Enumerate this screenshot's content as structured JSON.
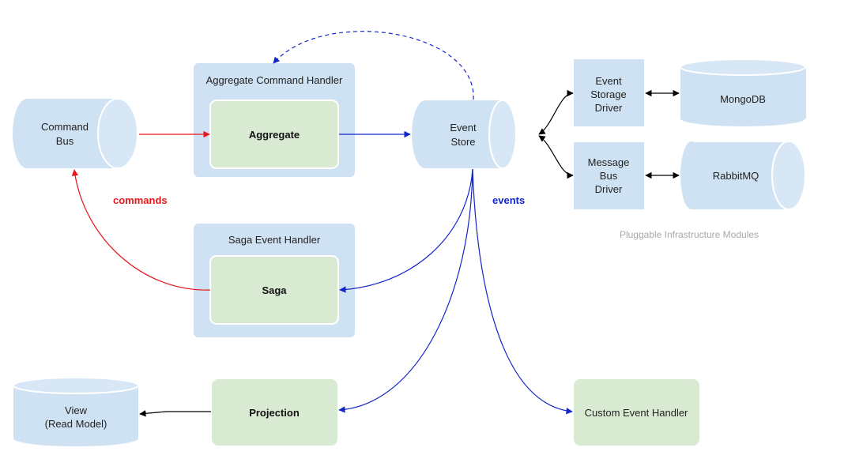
{
  "nodes": {
    "command_bus": [
      "Command",
      "Bus"
    ],
    "aggregate_handler": "Aggregate Command Handler",
    "aggregate": "Aggregate",
    "event_store": [
      "Event",
      "Store"
    ],
    "event_storage_driver": [
      "Event",
      "Storage",
      "Driver"
    ],
    "mongodb": "MongoDB",
    "message_bus_driver": [
      "Message",
      "Bus",
      "Driver"
    ],
    "rabbitmq": "RabbitMQ",
    "pluggable_caption": "Pluggable Infrastructure Modules",
    "saga_handler": "Saga Event Handler",
    "saga": "Saga",
    "view": [
      "View",
      "(Read Model)"
    ],
    "projection": "Projection",
    "custom_event_handler": "Custom Event Handler"
  },
  "labels": {
    "commands": "commands",
    "events": "events"
  },
  "colors": {
    "container_blue": "#cfe2f3",
    "box_green": "#d9ead3",
    "command_red": "#e8161b",
    "event_blue": "#1326c9",
    "caption_gray": "#a8a8a8"
  }
}
